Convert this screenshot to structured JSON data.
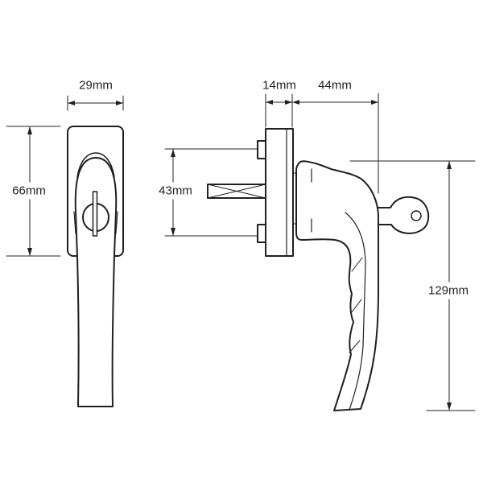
{
  "title": "Window handle dimensions",
  "dimensions": {
    "front_width": "29mm",
    "front_plate_height": "66mm",
    "bolt_spacing": "43mm",
    "base_depth": "14mm",
    "handle_projection": "44mm",
    "handle_length": "129mm"
  },
  "colors": {
    "line": "#231f20",
    "dim_line": "#231f20",
    "background": "#ffffff"
  }
}
